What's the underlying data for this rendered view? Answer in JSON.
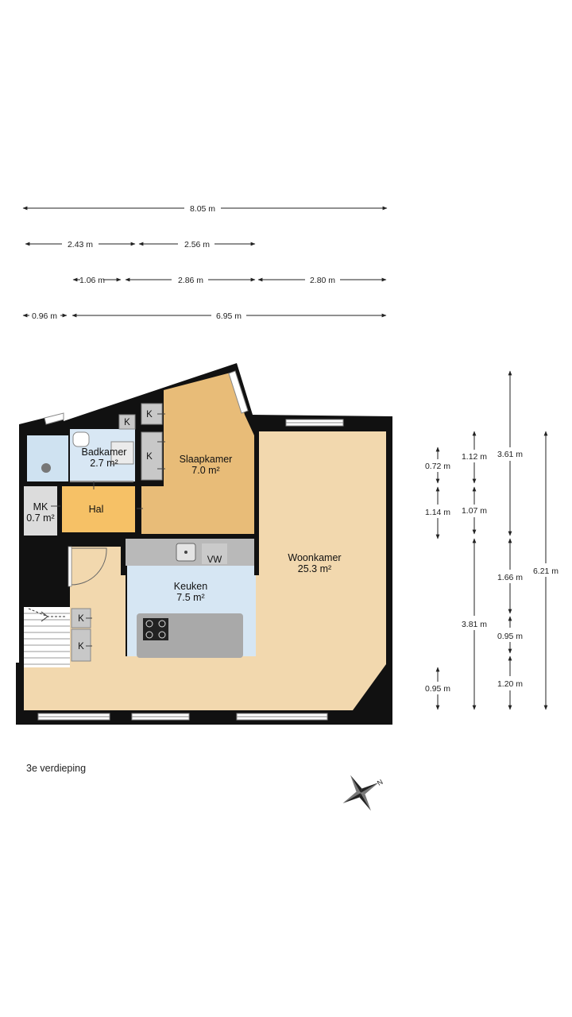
{
  "dimensions_horizontal": [
    "8.05 m",
    "2.43 m",
    "2.56 m",
    "1.06 m",
    "2.86 m",
    "2.80 m",
    "0.96 m",
    "6.95 m"
  ],
  "dimensions_vertical": [
    "0.72 m",
    "1.14 m",
    "0.95 m",
    "1.12 m",
    "1.07 m",
    "3.81 m",
    "3.61 m",
    "1.66 m",
    "0.95 m",
    "1.20 m",
    "6.21 m"
  ],
  "rooms": {
    "badkamer": {
      "name": "Badkamer",
      "area": "2.7 m²"
    },
    "slaapkamer": {
      "name": "Slaapkamer",
      "area": "7.0 m²"
    },
    "mk": {
      "name": "MK",
      "area": "0.7 m²"
    },
    "hal": {
      "name": "Hal"
    },
    "woonkamer": {
      "name": "Woonkamer",
      "area": "25.3 m²"
    },
    "keuken": {
      "name": "Keuken",
      "area": "7.5 m²"
    }
  },
  "fixtures": {
    "kast": "K",
    "vaatwasser": "VW"
  },
  "caption": "3e verdieping",
  "compass": {
    "north_letter": "N"
  }
}
